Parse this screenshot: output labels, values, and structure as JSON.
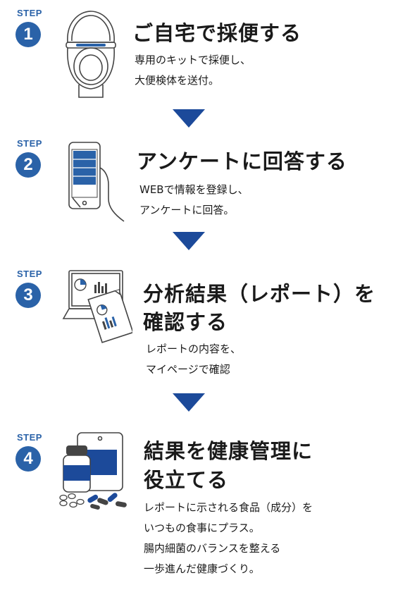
{
  "steps": [
    {
      "label": "STEP",
      "number": "1",
      "icon": "toilet-icon",
      "title_lines": [
        "ご自宅で採便する"
      ],
      "desc_lines": [
        "専用のキットで採便し、",
        "大便検体を送付。"
      ]
    },
    {
      "label": "STEP",
      "number": "2",
      "icon": "smartphone-hand-icon",
      "title_lines": [
        "アンケートに回答する"
      ],
      "desc_lines": [
        "WEBで情報を登録し、",
        "アンケートに回答。"
      ]
    },
    {
      "label": "STEP",
      "number": "3",
      "icon": "laptop-report-icon",
      "title_lines": [
        "分析結果（レポート）を",
        "確認する"
      ],
      "desc_lines": [
        "レポートの内容を、",
        "マイページで確認"
      ]
    },
    {
      "label": "STEP",
      "number": "4",
      "icon": "supplements-icon",
      "title_lines": [
        "結果を健康管理に",
        "役立てる"
      ],
      "desc_lines": [
        "レポートに示される食品（成分）を",
        "いつもの食事にプラス。",
        "腸内細菌のバランスを整える",
        "一歩進んだ健康づくり。"
      ]
    }
  ],
  "colors": {
    "accent": "#2a62a8",
    "arrow": "#1c4a9a",
    "line_art": "#444444"
  }
}
